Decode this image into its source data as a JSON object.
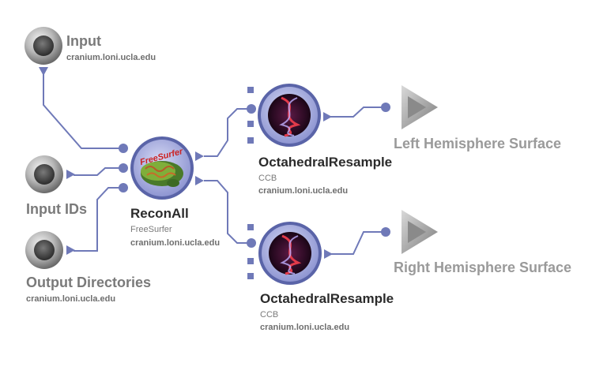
{
  "nodes": {
    "input": {
      "title": "Input",
      "host": "cranium.loni.ucla.edu"
    },
    "input_ids": {
      "title": "Input IDs"
    },
    "output_dirs": {
      "title": "Output Directories",
      "host": "cranium.loni.ucla.edu"
    },
    "reconall": {
      "title": "ReconAll",
      "package": "FreeSurfer",
      "host": "cranium.loni.ucla.edu",
      "logo_text": "FreeSurfer"
    },
    "resample_left": {
      "title": "OctahedralResample",
      "package": "CCB",
      "host": "cranium.loni.ucla.edu"
    },
    "resample_right": {
      "title": "OctahedralResample",
      "package": "CCB",
      "host": "cranium.loni.ucla.edu"
    },
    "left_surface": {
      "title": "Left Hemisphere Surface"
    },
    "right_surface": {
      "title": "Right Hemisphere Surface"
    }
  },
  "colors": {
    "connector": "#6f79b8",
    "port": "#6f79b8",
    "module_ring": "#5a64a8",
    "module_fill": "#b9bde8",
    "output_arrow": "#8a8a8a"
  },
  "icons": {
    "input_source": "gray-sphere-icon",
    "reconall": "brain-icon",
    "resample": "dna-helix-icon",
    "output_sink": "play-triangle-icon"
  }
}
